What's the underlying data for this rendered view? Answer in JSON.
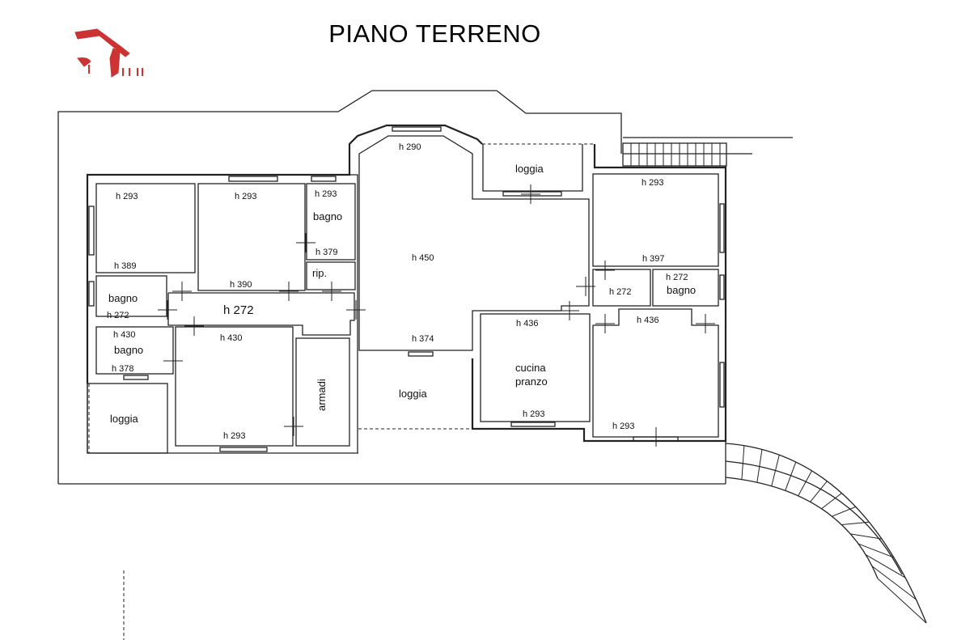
{
  "title": "PIANO TERRENO",
  "logo": {
    "color": "#cc3333"
  },
  "rooms": {
    "bed1": {
      "h_top": "h 293",
      "h_bottom": "h 389"
    },
    "bed2": {
      "h_top": "h 293",
      "h_bottom": "h 390"
    },
    "bath_top": {
      "h_top": "h 293",
      "name": "bagno",
      "h_bottom": "h 379"
    },
    "storage": {
      "name": "rip."
    },
    "bath_left": {
      "name": "bagno",
      "h": "h 272"
    },
    "corridor": {
      "h": "h 272"
    },
    "bath_mid": {
      "h_top": "h 430",
      "name": "bagno",
      "h_bottom": "h 378"
    },
    "bed3": {
      "h_top": "h 430",
      "h_bottom": "h 293"
    },
    "closets": {
      "name": "armadi"
    },
    "loggia_left": {
      "name": "loggia"
    },
    "living": {
      "h_top": "h 290",
      "h_mid": "h 450",
      "h_bottom": "h 374"
    },
    "loggia_mid": {
      "name": "loggia"
    },
    "loggia_top": {
      "name": "loggia"
    },
    "kitchen": {
      "h_top": "h 436",
      "name_line1": "cucina",
      "name_line2": "pranzo",
      "h_bottom": "h 293"
    },
    "bed_right_top": {
      "h_top": "h 293",
      "h_bottom": "h 397"
    },
    "hall_right": {
      "h": "h 272"
    },
    "bath_right": {
      "h": "h 272",
      "name": "bagno"
    },
    "bed_right_bottom": {
      "h_top": "h 436",
      "h_bottom": "h 293"
    }
  }
}
